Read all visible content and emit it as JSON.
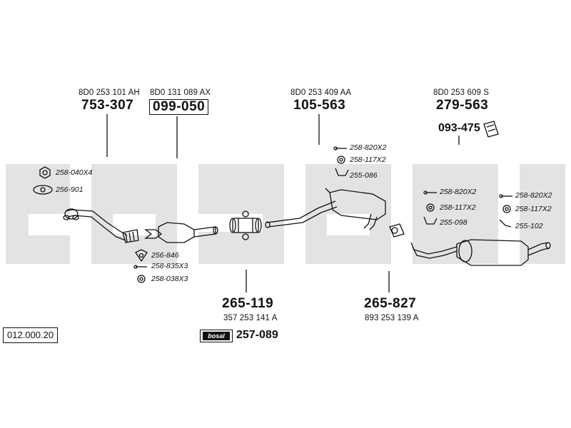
{
  "oem_numbers": {
    "front_pipe": "8D0 253 101 AH",
    "catalyst": "8D0 131 089 AX",
    "middle_silencer": "8D0 253 409 AA",
    "rear_silencer": "8D0 253 609 S",
    "connector_1": "357 253 141 A",
    "connector_2": "893 253 139 A"
  },
  "part_numbers": {
    "front_pipe": "753-307",
    "catalyst": "099-050",
    "middle_silencer": "105-563",
    "rear_silencer": "279-563",
    "heat_shield": "093-475",
    "connector_1": "265-119",
    "connector_2": "265-827",
    "mounting_kit": "257-089"
  },
  "accessories": {
    "front_nut": "258-040X4",
    "front_gasket": "256-901",
    "cat_gasket": "256-846",
    "cat_bolt": "258-835X3",
    "cat_nut": "258-038X3",
    "mid_bolt": "258-820X2",
    "mid_nut": "258-117X2",
    "mid_clamp": "255-086",
    "rear1_bolt": "258-820X2",
    "rear1_nut": "258-117X2",
    "rear1_clamp": "255-098",
    "rear2_bolt": "258-820X2",
    "rear2_nut": "258-117X2",
    "rear2_hanger": "255-102"
  },
  "reference": "012.000.20",
  "brand": "bosal",
  "watermark_text": "bosal",
  "colors": {
    "ink": "#111111",
    "watermark": "#e3e3e3"
  }
}
